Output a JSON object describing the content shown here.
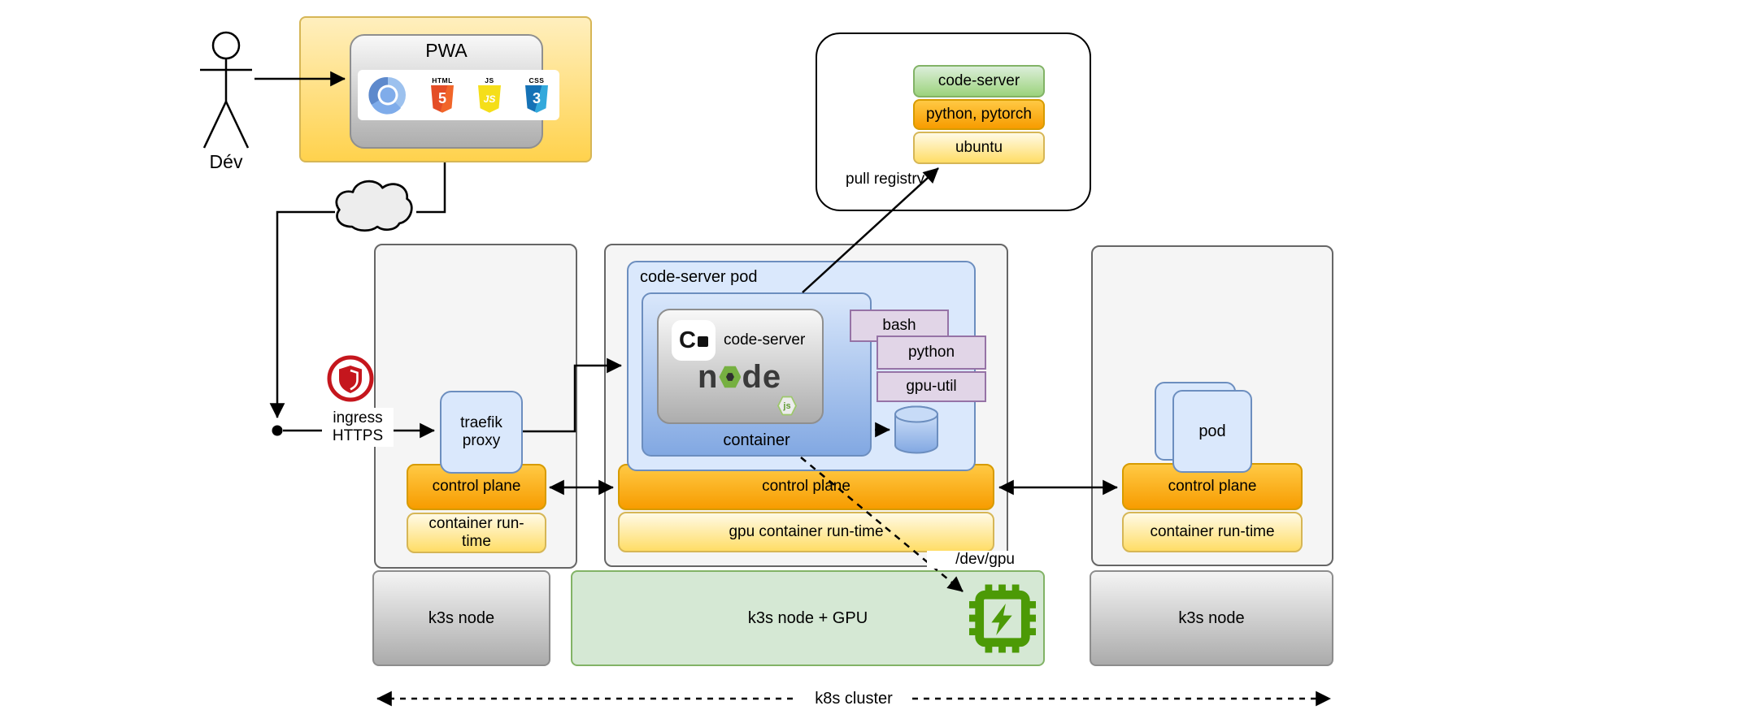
{
  "actor": {
    "label": "Dév"
  },
  "pwa": {
    "title": "PWA",
    "html_badge": "HTML",
    "html_glyph": "5",
    "js_badge": "JS",
    "js_glyph": "JS",
    "css_badge": "CSS",
    "css_glyph": "3"
  },
  "connection": {
    "ingress_label": "ingress HTTPS"
  },
  "registry": {
    "pull_label": "pull registry",
    "layers": [
      {
        "label": "code-server"
      },
      {
        "label": "python, pytorch"
      },
      {
        "label": "ubuntu"
      }
    ]
  },
  "left_node": {
    "proxy": "traefik proxy",
    "control_plane": "control plane",
    "runtime": "container run-time",
    "node_label": "k3s node"
  },
  "middle_node": {
    "pod_label": "code-server pod",
    "container_label": "container",
    "app_label": "code-server",
    "app_icon_letter": "C",
    "nodejs": {
      "p1": "n",
      "p2": "de",
      "badge": "js"
    },
    "shells": [
      {
        "label": "bash"
      },
      {
        "label": "python"
      },
      {
        "label": "gpu-util"
      }
    ],
    "control_plane": "control plane",
    "runtime": "gpu container run-time",
    "device_label": "/dev/gpu",
    "node_label": "k3s node + GPU"
  },
  "right_node": {
    "pod_label": "pod",
    "control_plane": "control plane",
    "runtime": "container run-time",
    "node_label": "k3s node"
  },
  "cluster": {
    "label": "k8s cluster"
  },
  "icons": {
    "actor": "stick-figure-icon",
    "cloud": "cloud-icon",
    "security": "red-shield-icon",
    "browser": "chromium-icon",
    "markup": "html5-icon",
    "script": "javascript-icon",
    "style": "css3-icon",
    "editor": "code-server-icon",
    "runtime_logo": "nodejs-icon",
    "storage": "database-cylinder-icon",
    "gpu": "gpu-chip-icon"
  },
  "colors": {
    "yellow_border": "#D6B656",
    "yellow_deep": "#FFD24D",
    "orange_top": "#FFC944",
    "orange_bottom": "#F79C00",
    "orange_border": "#D79B00",
    "green_fill": "#D5E8D4",
    "green_deep": "#9CD37C",
    "green_border": "#82B366",
    "blue_fill": "#DAE8FC",
    "blue_deep": "#82A8E2",
    "blue_border": "#6C8EBF",
    "purple_fill": "#E1D5E7",
    "purple_border": "#9673A6",
    "gray_fill": "#F5F5F5",
    "gray_border": "#666666",
    "gpu_green": "#4C9A06",
    "shield_red": "#C5161D"
  }
}
